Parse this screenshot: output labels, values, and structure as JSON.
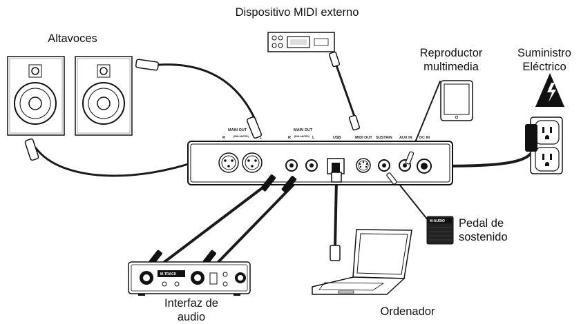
{
  "labels": {
    "midi_device": "Dispositivo MIDI externo",
    "speakers": "Altavoces",
    "media_player_l1": "Reproductor",
    "media_player_l2": "multimedia",
    "power_l1": "Suministro",
    "power_l2": "Eléctrico",
    "pedal_l1": "Pedal de",
    "pedal_l2": "sostenido",
    "interface_l1": "Interfaz de",
    "interface_l2": "audio",
    "computer": "Ordenador"
  },
  "panel_ports": {
    "main_out_xlr": "MAIN OUT",
    "main_out_xlr_sub": "(BALANCED)",
    "main_out_trs": "MAIN OUT",
    "main_out_trs_sub": "(BALANCED)",
    "r": "R",
    "l": "L",
    "usb": "USB",
    "midi_out": "MIDI OUT",
    "sustain": "SUSTAIN",
    "aux_in": "AUX IN",
    "dc_in": "DC IN"
  },
  "devices": {
    "pedal_brand": "M-AUDIO",
    "interface_brand": "M-TRACK"
  },
  "colors": {
    "line": "#111111",
    "cable": "#1a1a1a",
    "panel": "#ffffff",
    "hazard": "#111111"
  }
}
